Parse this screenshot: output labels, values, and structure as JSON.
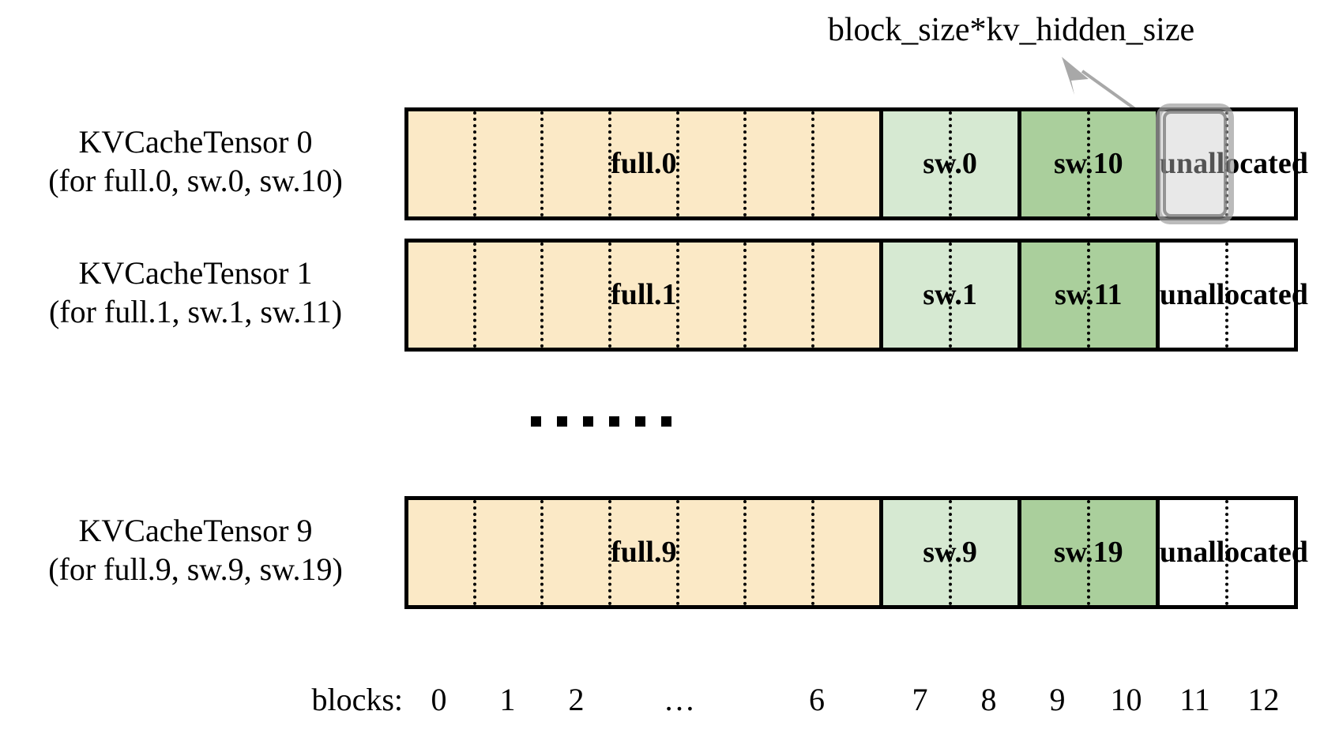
{
  "annotation": {
    "text": "block_size*kv_hidden_size",
    "arrow_icon": "arrow-up-left-icon"
  },
  "axis": {
    "title": "blocks:",
    "ticks": [
      "0",
      "1",
      "2",
      "…",
      "6",
      "7",
      "8",
      "9",
      "10",
      "11",
      "12"
    ]
  },
  "ellipsis": {
    "label": "……",
    "dot_count": 6
  },
  "colors": {
    "full": "#fbe9c6",
    "sw_light": "#d6e9d2",
    "sw_dark": "#aacf9c",
    "unallocated": "#ffffff",
    "border": "#000000",
    "highlight": "#969696"
  },
  "rows": [
    {
      "title": "KVCacheTensor 0",
      "subtitle": "(for full.0, sw.0, sw.10)",
      "segments": [
        {
          "label": "full.0",
          "color": "full",
          "blocks": 7
        },
        {
          "label": "sw.0",
          "color": "sw_light",
          "blocks": 2
        },
        {
          "label": "sw.10",
          "color": "sw_dark",
          "blocks": 2
        },
        {
          "label": "unallocated",
          "color": "unallocated",
          "blocks": 2
        }
      ],
      "highlighted_block": 11
    },
    {
      "title": "KVCacheTensor 1",
      "subtitle": "(for full.1, sw.1, sw.11)",
      "segments": [
        {
          "label": "full.1",
          "color": "full",
          "blocks": 7
        },
        {
          "label": "sw.1",
          "color": "sw_light",
          "blocks": 2
        },
        {
          "label": "sw.11",
          "color": "sw_dark",
          "blocks": 2
        },
        {
          "label": "unallocated",
          "color": "unallocated",
          "blocks": 2
        }
      ],
      "highlighted_block": null
    },
    {
      "title": "KVCacheTensor 9",
      "subtitle": "(for full.9, sw.9, sw.19)",
      "segments": [
        {
          "label": "full.9",
          "color": "full",
          "blocks": 7
        },
        {
          "label": "sw.9",
          "color": "sw_light",
          "blocks": 2
        },
        {
          "label": "sw.19",
          "color": "sw_dark",
          "blocks": 2
        },
        {
          "label": "unallocated",
          "color": "unallocated",
          "blocks": 2
        }
      ],
      "highlighted_block": null
    }
  ]
}
